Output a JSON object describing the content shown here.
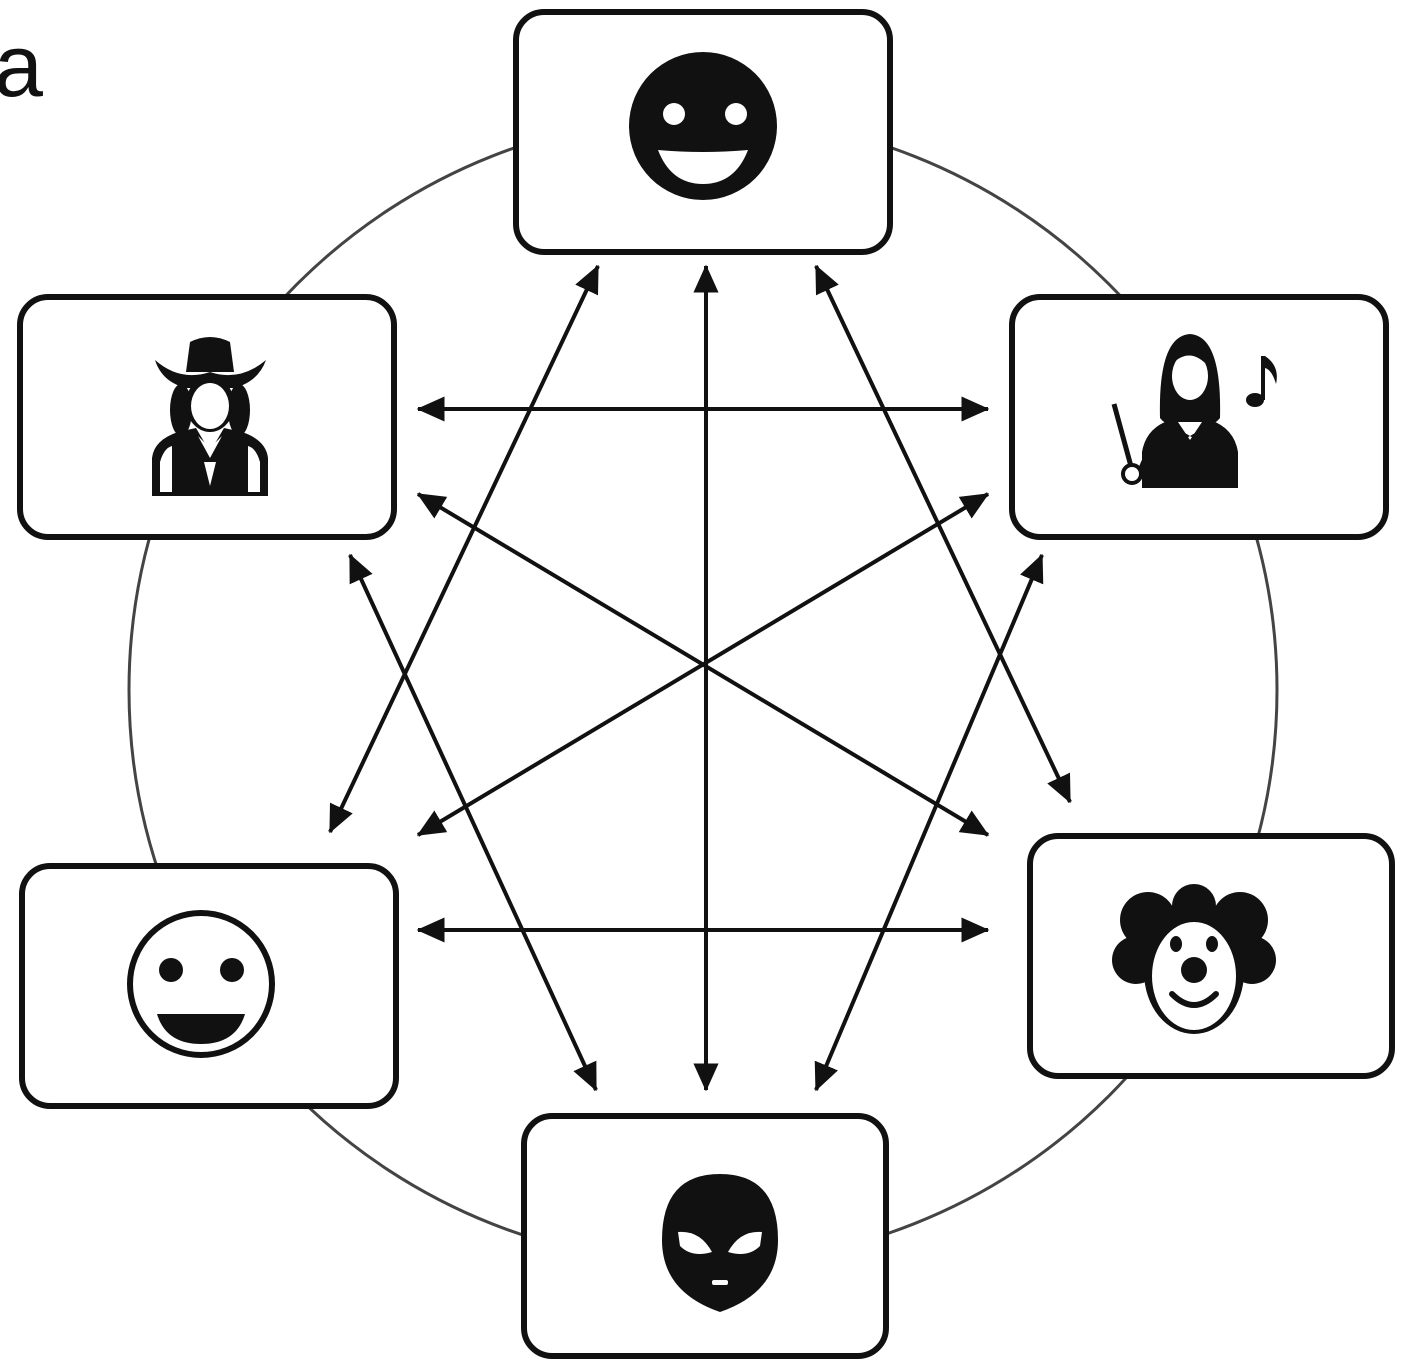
{
  "panel_label": "a",
  "colors": {
    "stroke": "#111111",
    "background": "#ffffff",
    "ring": "#444444"
  },
  "nodes": [
    {
      "id": "top",
      "icon": "grinning-face-filled-icon"
    },
    {
      "id": "upper-left",
      "icon": "cowboy-person-icon"
    },
    {
      "id": "upper-right",
      "icon": "conductor-with-baton-icon"
    },
    {
      "id": "lower-left",
      "icon": "smiling-face-outline-icon"
    },
    {
      "id": "lower-right",
      "icon": "clown-face-icon"
    },
    {
      "id": "bottom",
      "icon": "alien-head-icon"
    }
  ],
  "edges": [
    {
      "from": "top",
      "to": "bottom",
      "direction": "bidirectional"
    },
    {
      "from": "top",
      "to": "lower-left",
      "direction": "bidirectional"
    },
    {
      "from": "top",
      "to": "lower-right",
      "direction": "bidirectional"
    },
    {
      "from": "upper-left",
      "to": "upper-right",
      "direction": "bidirectional"
    },
    {
      "from": "upper-left",
      "to": "lower-right",
      "direction": "bidirectional"
    },
    {
      "from": "upper-left",
      "to": "bottom",
      "direction": "bidirectional"
    },
    {
      "from": "upper-right",
      "to": "lower-left",
      "direction": "bidirectional"
    },
    {
      "from": "upper-right",
      "to": "bottom",
      "direction": "bidirectional"
    },
    {
      "from": "lower-left",
      "to": "lower-right",
      "direction": "bidirectional"
    }
  ]
}
